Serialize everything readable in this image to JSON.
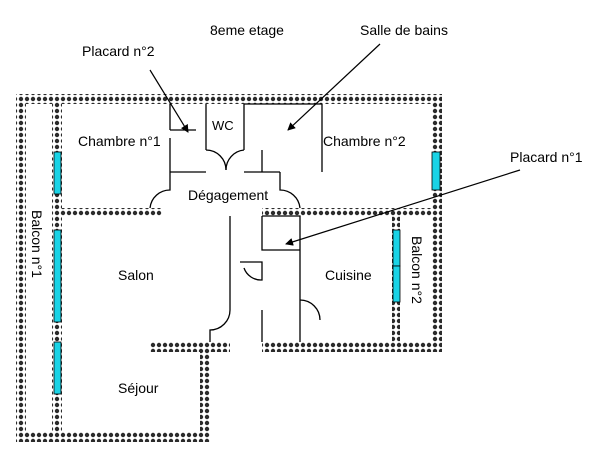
{
  "title": "8eme etage",
  "callouts": {
    "placard_top": "Placard n°2",
    "salle_de_bains": "Salle de bains",
    "placard_right": "Placard n°1"
  },
  "rooms": {
    "wc": "WC",
    "chambre1": "Chambre n°1",
    "chambre2": "Chambre n°2",
    "degagement": "Dégagement",
    "salon": "Salon",
    "cuisine": "Cuisine",
    "sejour": "Séjour",
    "balcon1": "Balcon n°1",
    "balcon2": "Balcon n°2"
  },
  "colors": {
    "wall": "#2b2b2b",
    "window": "#19d3e6",
    "lines": "#000000"
  }
}
